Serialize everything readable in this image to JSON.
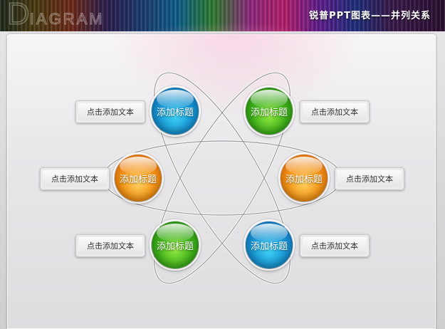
{
  "header": {
    "logo_initial": "D",
    "logo_rest": "IAGRAM",
    "title": "锐普PPT图表——并列关系"
  },
  "diagram": {
    "nodes": [
      {
        "label": "添加标题",
        "color": "blue",
        "text": "点击添加文本"
      },
      {
        "label": "添加标题",
        "color": "green",
        "text": "点击添加文本"
      },
      {
        "label": "添加标题",
        "color": "orange",
        "text": "点击添加文本"
      },
      {
        "label": "添加标题",
        "color": "orange",
        "text": "点击添加文本"
      },
      {
        "label": "添加标题",
        "color": "green",
        "text": "点击添加文本"
      },
      {
        "label": "添加标题",
        "color": "blue",
        "text": "点击添加文本"
      }
    ]
  },
  "colors": {
    "blue": "#1796d4",
    "green": "#3fb21a",
    "orange": "#f59415",
    "title_text": "#ffffff"
  }
}
